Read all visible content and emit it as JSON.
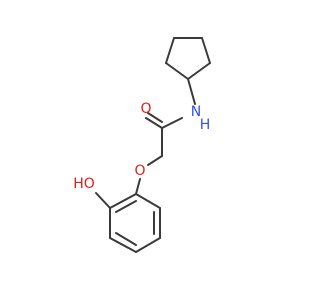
{
  "molecule": {
    "atoms": {
      "oxygen_carbonyl": {
        "symbol": "O",
        "color": "#e0201b"
      },
      "nitrogen_amide": {
        "symbol": "N",
        "color": "#3050f8"
      },
      "hydrogen_amide": {
        "symbol": "H",
        "color": "#3050f8"
      },
      "oxygen_ether": {
        "symbol": "O",
        "color": "#e0201b"
      },
      "hydroxyl_label": {
        "symbol": "HO",
        "color": "#e0201b"
      }
    },
    "bond_color": "#3a3a3a"
  }
}
